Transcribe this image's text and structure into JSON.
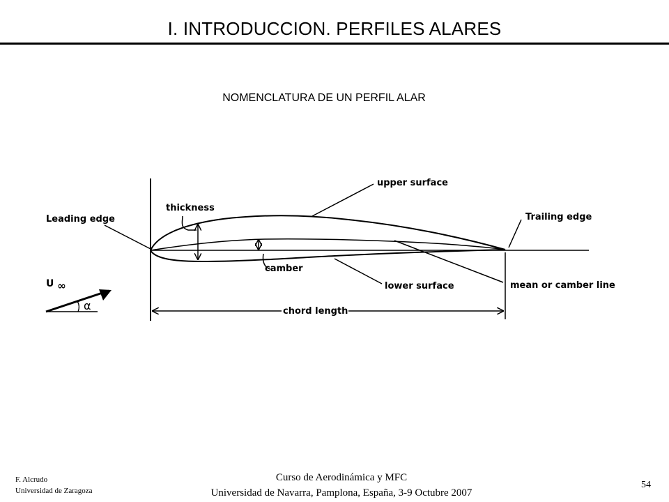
{
  "slide": {
    "title": "I. INTRODUCCION. PERFILES ALARES",
    "subtitle": "NOMENCLATURA DE UN PERFIL ALAR"
  },
  "diagram": {
    "labels": {
      "upper_surface": "upper surface",
      "thickness": "thickness",
      "leading_edge": "Leading edge",
      "trailing_edge": "Trailing edge",
      "camber": "camber",
      "lower_surface": "lower surface",
      "mean_camber_line": "mean or camber line",
      "chord_length": "chord length",
      "u_symbol": "U",
      "u_subscript": "∞",
      "alpha": "α"
    }
  },
  "footer": {
    "author": "F. Alcrudo",
    "affiliation": "Universidad de Zaragoza",
    "course": "Curso de Aerodinámica y MFC",
    "venue": "Universidad de Navarra, Pamplona, España, 3-9 Octubre 2007",
    "page_number": "54"
  }
}
